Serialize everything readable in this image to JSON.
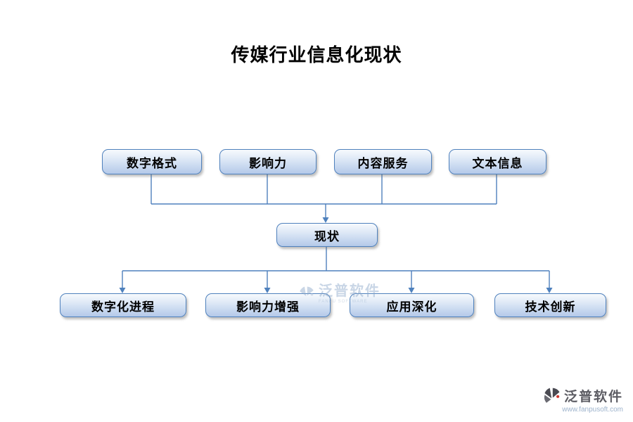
{
  "title": "传媒行业信息化现状",
  "diagram": {
    "top_nodes": [
      {
        "label": "数字格式"
      },
      {
        "label": "影响力"
      },
      {
        "label": "内容服务"
      },
      {
        "label": "文本信息"
      }
    ],
    "center_node": {
      "label": "现状"
    },
    "bottom_nodes": [
      {
        "label": "数字化进程"
      },
      {
        "label": "影响力增强"
      },
      {
        "label": "应用深化"
      },
      {
        "label": "技术创新"
      }
    ]
  },
  "watermark": {
    "text": "泛普软件",
    "subtext": "FANPU SOFTWARE"
  },
  "footer": {
    "brand": "泛普软件",
    "url": "www.fanpusoft.com"
  },
  "colors": {
    "line": "#4f81bd",
    "node_border": "#4f81bd",
    "node_fill_top": "#f7fafd",
    "node_fill_bottom": "#b4c9e9"
  }
}
